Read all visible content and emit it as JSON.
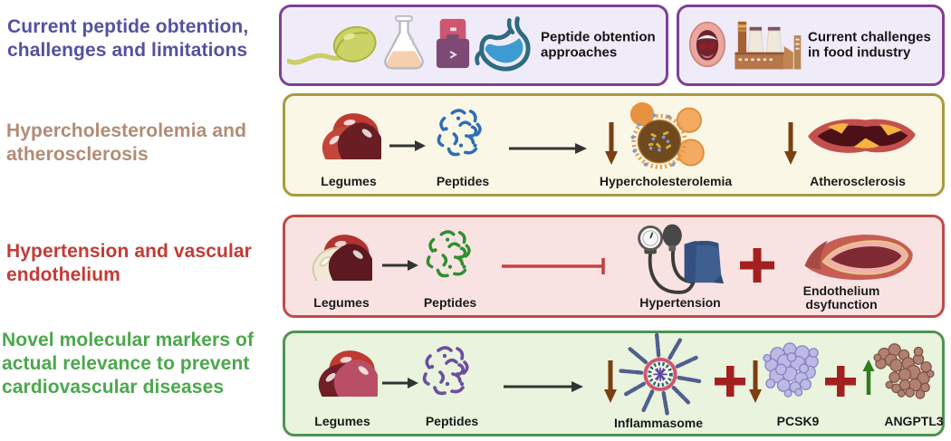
{
  "colors": {
    "row1-accent": "#54529f",
    "row1-border": "#7f3f98",
    "row1-bg": "#f0ebf9",
    "row2-accent": "#b18c76",
    "row2-border": "#a79b3e",
    "row2-bg": "#faf7e6",
    "row3-accent": "#c43a36",
    "row3-border": "#bf4b47",
    "row3-bg": "#f9e3e2",
    "row4-accent": "#4ba84b",
    "row4-border": "#4f9351",
    "row4-bg": "#e9f3dd",
    "arrow-black": "#333333",
    "arrow-brown": "#7b3f11",
    "arrow-green": "#2e7d1e",
    "plus-red": "#a3201e",
    "inhibit-red": "#c74040"
  },
  "icons": [
    "sprouting-seed-icon",
    "erlenmeyer-flask-icon",
    "bioreactor-icon",
    "stomach-icon",
    "mouth-icon",
    "factory-icon",
    "legume-beans-icon",
    "peptides-icon",
    "arrow-right-icon",
    "down-arrow-icon",
    "up-arrow-icon",
    "inhibition-arrow-icon",
    "plus-icon",
    "lipoprotein-icon",
    "clogged-artery-icon",
    "blood-pressure-monitor-icon",
    "blood-vessel-icon",
    "inflammasome-icon",
    "protein-structure-icon"
  ],
  "rows": [
    {
      "title": "Current peptide obtention, challenges and limitations",
      "panels": [
        {
          "caption": "Peptide obtention approaches"
        },
        {
          "caption": "Current challenges in food industry"
        }
      ]
    },
    {
      "title": "Hypercholesterolemia and atherosclerosis",
      "legumes": "Legumes",
      "peptides": "Peptides",
      "outcome1": "Hypercholesterolemia",
      "outcome2": "Atherosclerosis"
    },
    {
      "title": "Hypertension and vascular endothelium",
      "legumes": "Legumes",
      "peptides": "Peptides",
      "outcome1": "Hypertension",
      "outcome2": "Endothelium dsyfunction"
    },
    {
      "title": "Novel molecular markers of actual relevance to prevent cardiovascular diseases",
      "legumes": "Legumes",
      "peptides": "Peptides",
      "outcome1": "Inflammasome",
      "outcome2": "PCSK9",
      "outcome3": "ANGPTL3"
    }
  ]
}
